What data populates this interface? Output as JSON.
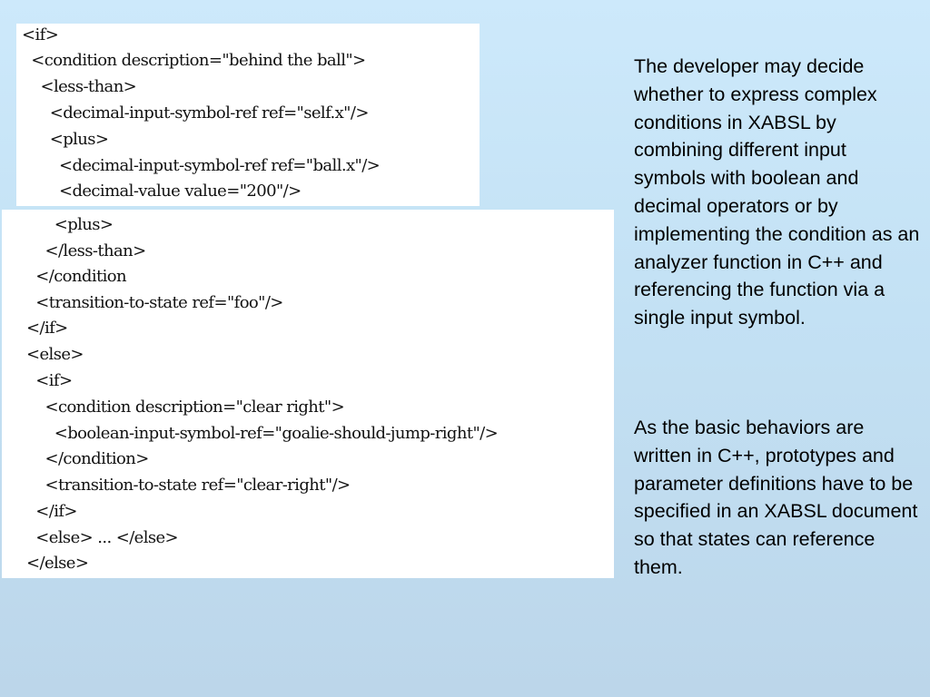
{
  "slide": {
    "code_block_top": {
      "lines": [
        "<if>",
        "  <condition description=\"behind the ball\">",
        "    <less-than>",
        "      <decimal-input-symbol-ref ref=\"self.x\"/>",
        "      <plus>",
        "        <decimal-input-symbol-ref ref=\"ball.x\"/>",
        "        <decimal-value value=\"200\"/>"
      ]
    },
    "code_block_bottom": {
      "lines": [
        "      <plus>",
        "    </less-than>",
        "  </condition",
        "  <transition-to-state ref=\"foo\"/>",
        "</if>",
        "<else>",
        "  <if>",
        "    <condition description=\"clear right\">",
        "      <boolean-input-symbol-ref=\"goalie-should-jump-right\"/>",
        "    </condition>",
        "    <transition-to-state ref=\"clear-right\"/>",
        "  </if>",
        "  <else> ... </else>",
        "</else>"
      ]
    },
    "paragraphs": [
      "The developer may decide whether to express complex conditions in XABSL by combining different input symbols with boolean and decimal operators or by implementing the condition as an analyzer function in C++ and referencing the function via a single input symbol.",
      "As the basic behaviors are written in C++, prototypes and parameter definitions have to be specified in an XABSL document so that states can reference them."
    ]
  }
}
